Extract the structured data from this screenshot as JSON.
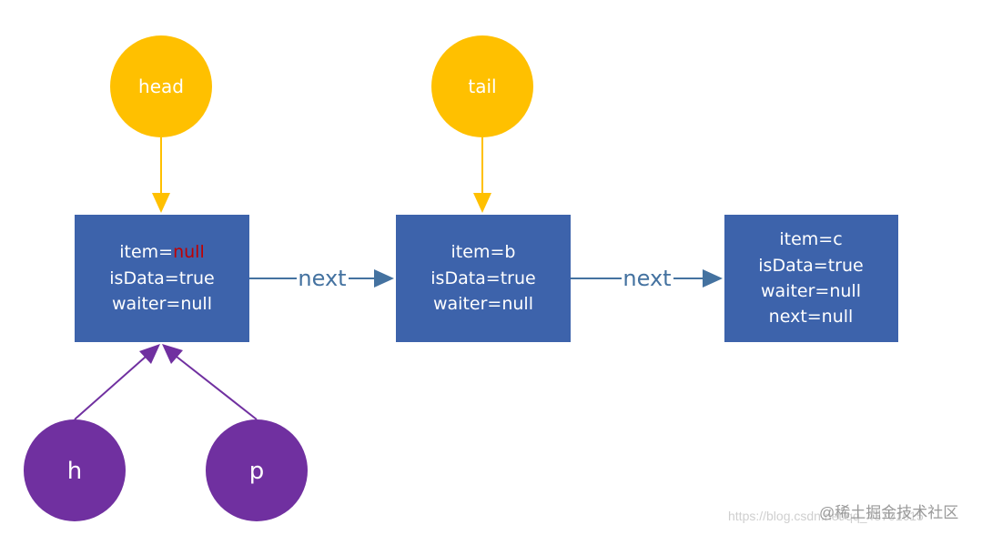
{
  "colors": {
    "node_fill": "#3D63AB",
    "pointer_fill": "#FFC000",
    "cursor_fill": "#7030A0",
    "null_highlight": "#C00000",
    "edge_blue": "#4472A0",
    "text_white": "#FFFFFF"
  },
  "pointers": {
    "head": "head",
    "tail": "tail",
    "h": "h",
    "p": "p"
  },
  "nodes": [
    {
      "item_prefix": "item=",
      "item_value": "null",
      "is_data": "isData=true",
      "waiter": "waiter=null"
    },
    {
      "item": "item=b",
      "is_data": "isData=true",
      "waiter": "waiter=null"
    },
    {
      "item": "item=c",
      "is_data": "isData=true",
      "waiter": "waiter=null",
      "next": "next=null"
    }
  ],
  "edges": {
    "next_1": "next",
    "next_2": "next"
  },
  "watermark": {
    "site": "https://blog.csdn.net/qq_43701615",
    "brand": "@稀土掘金技术社区"
  }
}
